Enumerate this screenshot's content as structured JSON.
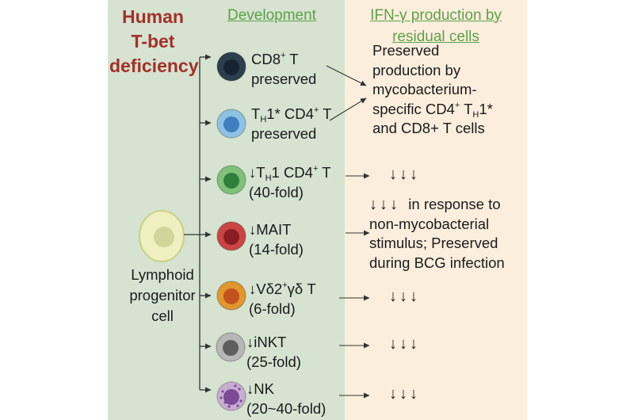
{
  "header": {
    "left_title": [
      "Human",
      "T-bet",
      "deficiency"
    ],
    "development": "Development",
    "ifn_title": [
      "IFN-γ production by",
      "residual cells"
    ]
  },
  "progenitor": [
    "Lymphoid",
    "progenitor",
    "cell"
  ],
  "cells": [
    {
      "line1": [
        "CD8",
        "+",
        " T"
      ],
      "line2": "preserved",
      "fill": "#2b3f4e",
      "nucleus": "#152430"
    },
    {
      "line1": [
        "T",
        "H",
        "1* CD4",
        "+",
        " T"
      ],
      "line2": "preserved",
      "fill": "#8ec2e3",
      "nucleus": "#3f7fbe"
    },
    {
      "line1": [
        "↓T",
        "H",
        "1 CD4",
        "+",
        " T"
      ],
      "line2": "(40-fold)",
      "fill": "#7fc17a",
      "nucleus": "#2f7f3a"
    },
    {
      "line1": [
        "↓MAIT"
      ],
      "line2": "(14-fold)",
      "fill": "#cc4545",
      "nucleus": "#8a1d24"
    },
    {
      "line1": [
        "↓Vδ2",
        "+",
        "γδ T"
      ],
      "line2": "(6-fold)",
      "fill": "#e0972e",
      "nucleus": "#c2521e"
    },
    {
      "line1": [
        "↓iNKT"
      ],
      "line2": "(25-fold)",
      "fill": "#b7b7b7",
      "nucleus": "#5e5e5e"
    },
    {
      "line1": [
        "↓NK"
      ],
      "line2": "(20~40-fold)",
      "fill": "#c9aed4",
      "nucleus": "#7d4a96"
    }
  ],
  "ifn": {
    "preserved_block": [
      "Preserved",
      "production by",
      "mycobacterium-",
      "specific CD4",
      "+",
      " T",
      "H",
      "1*",
      "and CD8+ T cells"
    ],
    "down_arrows": "↓↓↓",
    "mait_block": [
      "in response to",
      "non-mycobacterial",
      "stimulus; Preserved",
      "during BCG infection"
    ]
  },
  "colors": {
    "left_panel": "#d5e3d0",
    "right_panel": "#fbeedd",
    "title_red": "#a3302a",
    "title_green": "#5ea14a"
  }
}
